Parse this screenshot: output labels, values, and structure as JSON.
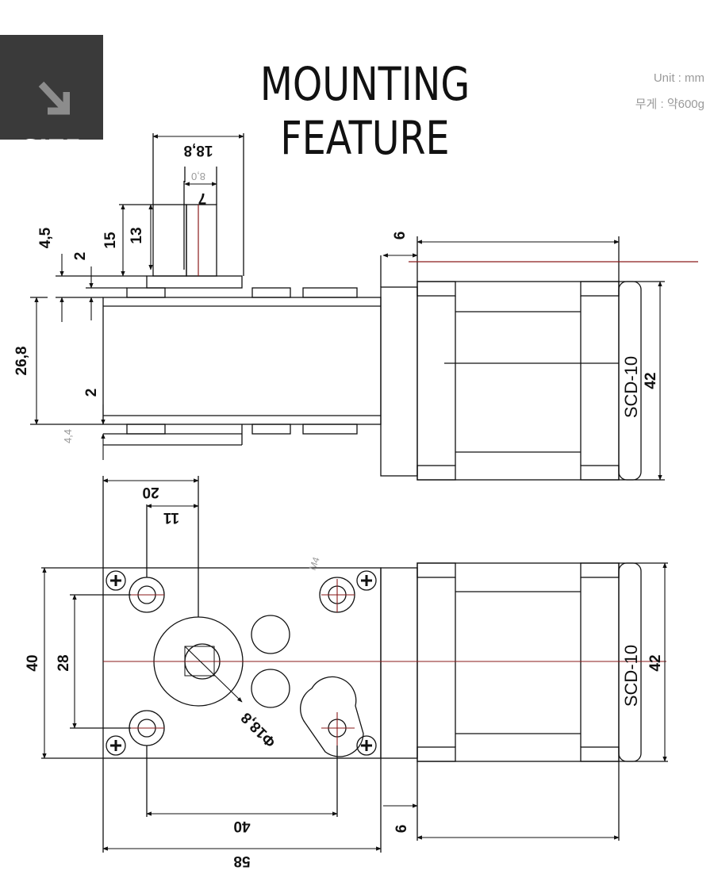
{
  "badge": {
    "label": "SIZE",
    "icon": "arrow-down-right-icon"
  },
  "header": {
    "title": "MOUNTING FEATURE",
    "unit": "Unit : mm",
    "weight": "무게 : 약600g"
  },
  "top_view": {
    "dims": {
      "d18_8": "18,8",
      "d8_0": "8,0",
      "d7": "7",
      "d4_5": "4,5",
      "d15": "15",
      "d13": "13",
      "d2a": "2",
      "d26_8": "26,8",
      "d2b": "2",
      "d4_4": "4,4",
      "d6": "6",
      "d42": "42"
    },
    "model_label": "SCD-10"
  },
  "front_view": {
    "dims": {
      "d20": "20",
      "d11": "11",
      "d40v": "40",
      "d28": "28",
      "phi18_8": "Φ18,8",
      "d40h": "40",
      "d58": "58",
      "d6": "6",
      "d42": "42",
      "faint_mark": "M4"
    },
    "model_label": "SCD-10"
  },
  "colors": {
    "line": "#111111",
    "centerline": "#8a1a1a",
    "faint": "#9a9a9a",
    "badge_bg": "#3a3a3a"
  }
}
